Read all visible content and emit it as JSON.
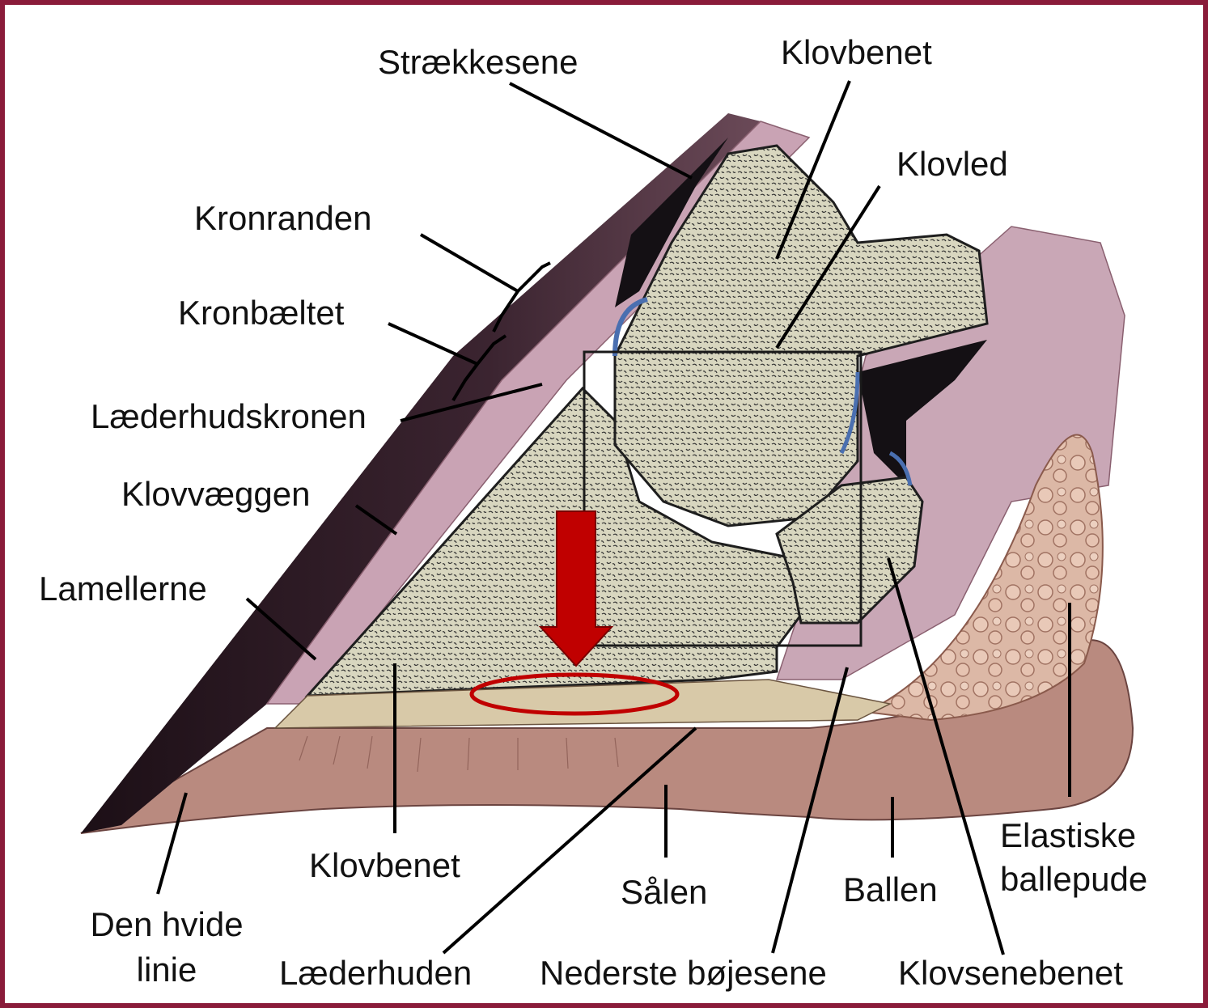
{
  "colors": {
    "frame": "#8a1b3a",
    "bone_fill": "#d8d6bf",
    "bone_speckle": "#2a2a2a",
    "horn": "#2a1a22",
    "tissue_pink": "#c9a3b4",
    "sole": "#b4867c",
    "fat_pad": "#d9b3a2",
    "marker_red": "#c00000",
    "joint_blue": "#4a6fb0"
  },
  "labels": {
    "straekkesene": "Strækkesene",
    "klovbenet_top": "Klovbenet",
    "klovled": "Klovled",
    "kronranden": "Kronranden",
    "kronbaeltet": "Kronbæltet",
    "laederhudskronen": "Læderhudskronen",
    "klovvaeggen": "Klovvæggen",
    "lamellerne": "Lamellerne",
    "klovbenet_bottom": "Klovbenet",
    "den_hvide_line1": "Den hvide",
    "den_hvide_line2": "linie",
    "laederhuden": "Læderhuden",
    "saalen": "Sålen",
    "nederste_bojesene": "Nederste bøjesene",
    "ballen": "Ballen",
    "klovsenebenet": "Klovsenebenet",
    "elastiske_line1": "Elastiske",
    "elastiske_line2": "ballepude"
  },
  "icons": {
    "arrow": "down-arrow-icon",
    "highlight": "ellipse-highlight"
  }
}
